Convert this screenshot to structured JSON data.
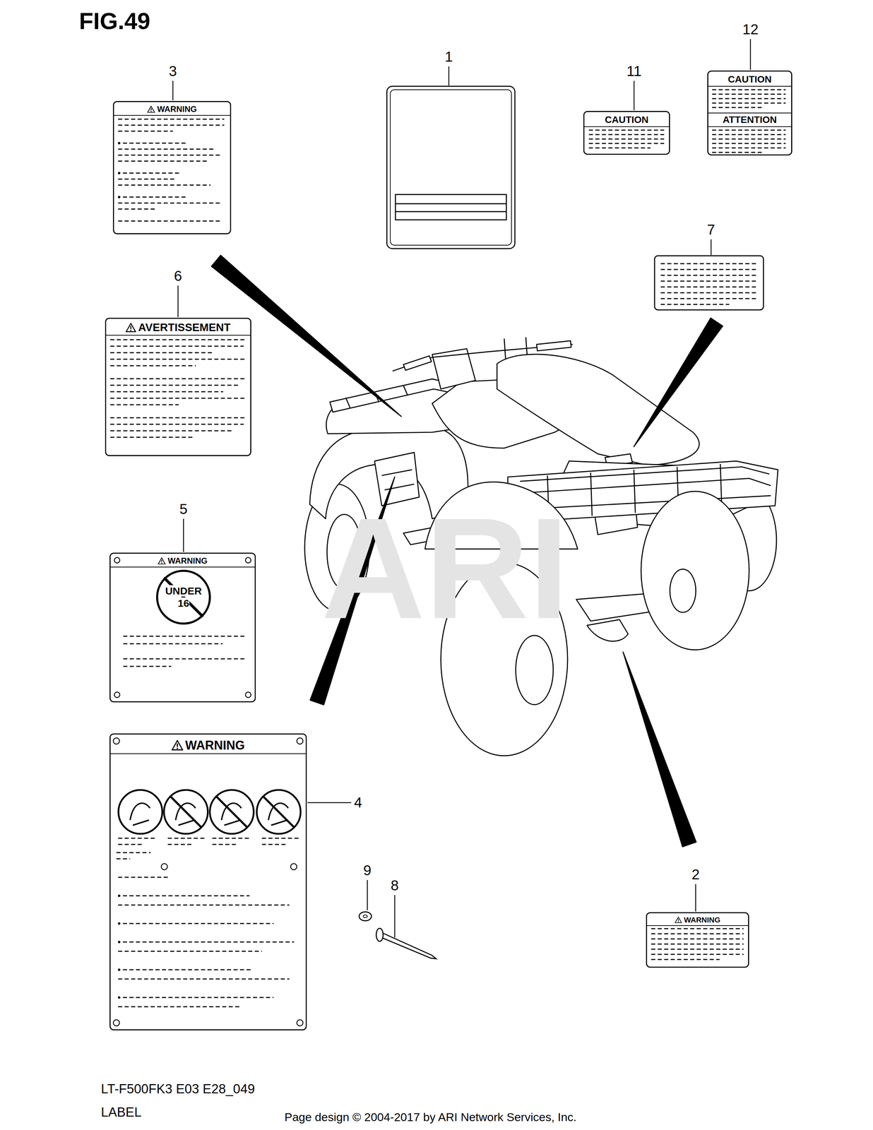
{
  "diagram": {
    "title": "FIG.49",
    "nodes": [
      {
        "text": [
          "WARNING"
        ]
      },
      {
        "text": [
          "CAUTION"
        ]
      },
      {
        "text": [
          "CAUTION",
          "ATTENTION"
        ]
      },
      {
        "text": [
          "AVERTISSEMENT"
        ]
      },
      {
        "text": [
          "WARNING"
        ]
      },
      {
        "text": [
          "UNDER 16"
        ],
        "in": 4
      },
      {
        "text": [
          "WARNING"
        ]
      },
      {
        "text": [
          "WARNING"
        ]
      }
    ],
    "labels": [
      "3",
      "1",
      "11",
      "12",
      "7",
      "6",
      "5",
      "4",
      "9",
      "8",
      "2",
      "ARI",
      "LT-F500FK3 E03 E28_049",
      "LABEL",
      "Page design © 2004-2017 by ARI Network Services, Inc."
    ]
  }
}
